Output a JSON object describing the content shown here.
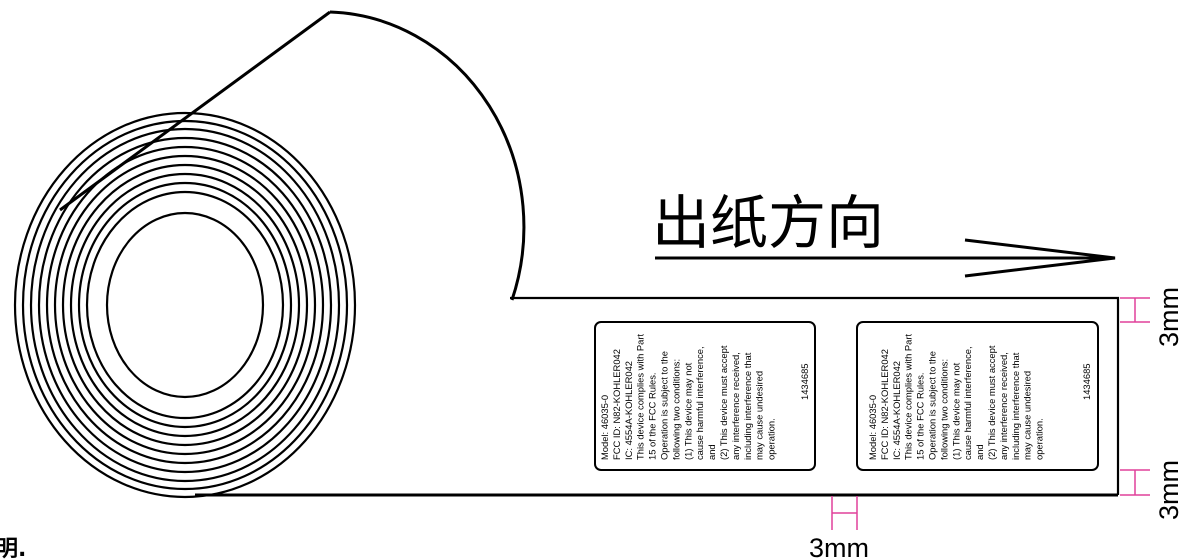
{
  "direction_label": "出纸方向",
  "labels": [
    {
      "lines": [
        "Model: 46035-0",
        "FCC ID: N82-KOHLER042",
        "IC: 4554A-KOHLER042",
        "This device complies with Part",
        "15 of the FCC Rules.",
        "Operation is subject to the",
        "following two conditions:",
        "(1) This device may not",
        "cause harmful interference,",
        "and",
        "(2) This device must accept",
        "any interference received,",
        "including interference that",
        "may cause undesired",
        "operation."
      ],
      "serial": "1434685"
    },
    {
      "lines": [
        "Model: 46035-0",
        "FCC ID: N82-KOHLER042",
        "IC: 4554A-KOHLER042",
        "This device complies with Part",
        "15 of the FCC Rules.",
        "Operation is subject to the",
        "following two conditions:",
        "(1) This device may not",
        "cause harmful interference,",
        "and",
        "(2) This device must accept",
        "any interference received,",
        "including interference that",
        "may cause undesired",
        "operation."
      ],
      "serial": "1434685"
    }
  ],
  "dimensions": {
    "top_margin": "3mm",
    "bottom_margin": "3mm",
    "label_gap": "3mm"
  },
  "page_fragment": "明.",
  "colors": {
    "line": "#000000",
    "dimension_mark": "#e0409a"
  }
}
